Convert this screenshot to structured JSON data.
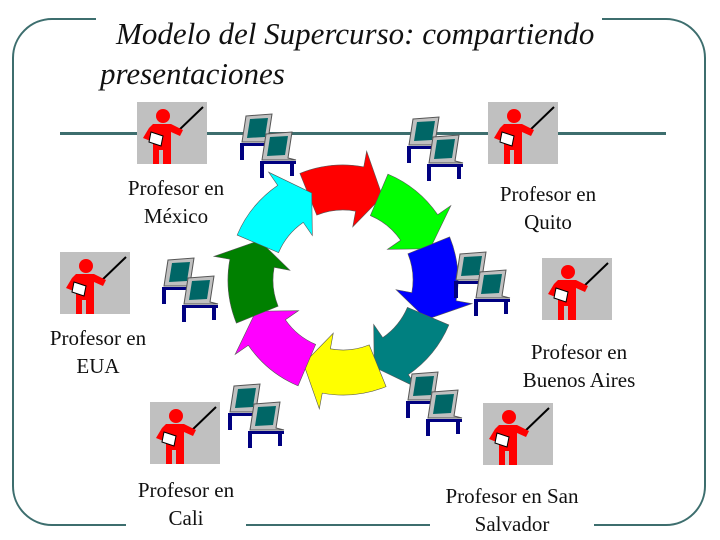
{
  "title": {
    "line1": "Modelo del Supercurso: compartiendo",
    "line2": "presentaciones"
  },
  "professors": [
    {
      "line1": "Profesor en",
      "line2": "México"
    },
    {
      "line1": "Profesor en",
      "line2": "Quito"
    },
    {
      "line1": "Profesor en",
      "line2": "EUA"
    },
    {
      "line1": "Profesor en",
      "line2": "Buenos Aires"
    },
    {
      "line1": "Profesor en",
      "line2": "Cali"
    },
    {
      "line1": "Profesor en San",
      "line2": "Salvador"
    }
  ],
  "colors": {
    "frame": "#3d6e6e",
    "professor": "#ff0000",
    "professor_bg": "#c0c0c0",
    "cycle": [
      "#ff0000",
      "#00ff00",
      "#0000ff",
      "#008080",
      "#ffff00",
      "#ff00ff",
      "#008000",
      "#00ffff"
    ]
  }
}
